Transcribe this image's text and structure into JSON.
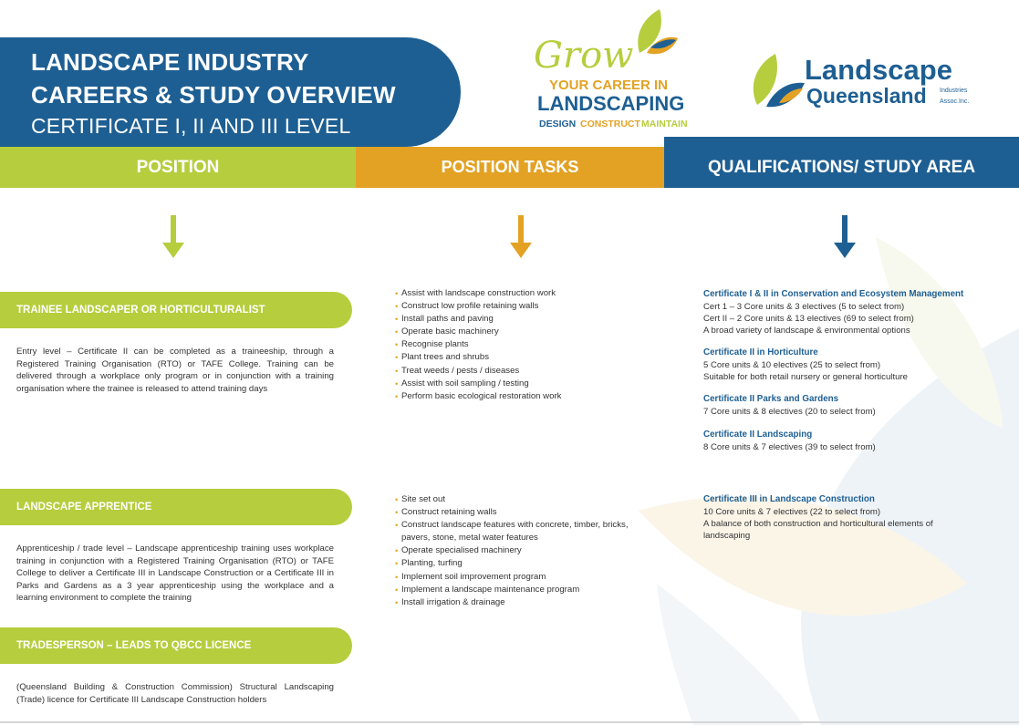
{
  "header": {
    "title_line1": "LANDSCAPE INDUSTRY",
    "title_line2": "CAREERS & STUDY OVERVIEW",
    "title_line3": "CERTIFICATE I, II AND III LEVEL"
  },
  "grow_logo": {
    "script": "Grow",
    "line1": "YOUR CAREER IN",
    "line2": "LANDSCAPING",
    "tag_design": "DESIGN",
    "tag_construct": "CONSTRUCT",
    "tag_maintain": "MAINTAIN"
  },
  "lq_logo": {
    "word1": "Landscape",
    "word2": "Queensland",
    "sub1": "Industries",
    "sub2": "Assoc.Inc."
  },
  "columns": {
    "position": "POSITION",
    "tasks": "POSITION TASKS",
    "quals": "QUALIFICATIONS/ STUDY AREA"
  },
  "positions": [
    {
      "label": "TRAINEE LANDSCAPER OR HORTICULTURALIST",
      "description": "Entry level – Certificate II can be completed as a traineeship, through a Registered Training Organisation (RTO) or TAFE College. Training can be delivered through a workplace only program or in conjunction with a training organisation where the trainee is released to attend training days"
    },
    {
      "label": "LANDSCAPE APPRENTICE",
      "description": "Apprenticeship / trade level – Landscape apprenticeship training uses workplace training in conjunction with a Registered Training Organisation (RTO) or TAFE College to deliver a Certificate III in Landscape Construction or a Certificate III in Parks and Gardens as a 3 year apprenticeship using the workplace and a learning environment to complete the training"
    },
    {
      "label": "TRADESPERSON – LEADS TO QBCC LICENCE",
      "description": "(Queensland Building & Construction Commission) Structural Landscaping (Trade) licence for Certificate III Landscape Construction holders"
    }
  ],
  "tasks": {
    "trainee": [
      "Assist with landscape construction work",
      "Construct low profile retaining walls",
      "Install paths and paving",
      "Operate basic machinery",
      "Recognise plants",
      "Plant trees and shrubs",
      "Treat weeds / pests / diseases",
      "Assist with soil sampling / testing",
      "Perform basic ecological restoration work"
    ],
    "apprentice": [
      "Site set out",
      "Construct retaining walls",
      "Construct landscape features with concrete, timber, bricks,",
      "pavers, stone, metal water features",
      "Operate specialised machinery",
      "Planting, turfing",
      "Implement soil improvement program",
      "Implement a landscape maintenance program",
      "Install irrigation & drainage"
    ]
  },
  "quals": [
    {
      "title": "Certificate I & II in Conservation and Ecosystem Management",
      "lines": [
        "Cert 1 – 3 Core units & 3 electives (5 to select from)",
        "Cert II – 2 Core units & 13 electives (69 to select from)",
        "A broad variety of landscape & environmental options"
      ]
    },
    {
      "title": "Certificate II in Horticulture",
      "lines": [
        "5 Core units & 10 electives (25 to select from)",
        "Suitable for both retail nursery or general horticulture"
      ]
    },
    {
      "title": "Certificate II Parks and Gardens",
      "lines": [
        "7 Core units & 8 electives (20 to select from)"
      ]
    },
    {
      "title": "Certificate II Landscaping",
      "lines": [
        "8 Core units & 7 electives (39 to select from)"
      ]
    },
    {
      "title": "Certificate III in Landscape Construction",
      "lines": [
        "10 Core units & 7 electives (22 to select from)",
        "A balance of both construction and horticultural elements of",
        "landscaping"
      ]
    }
  ],
  "colors": {
    "navy": "#1e5f93",
    "lime": "#b6cd3d",
    "orange": "#e3a224"
  }
}
